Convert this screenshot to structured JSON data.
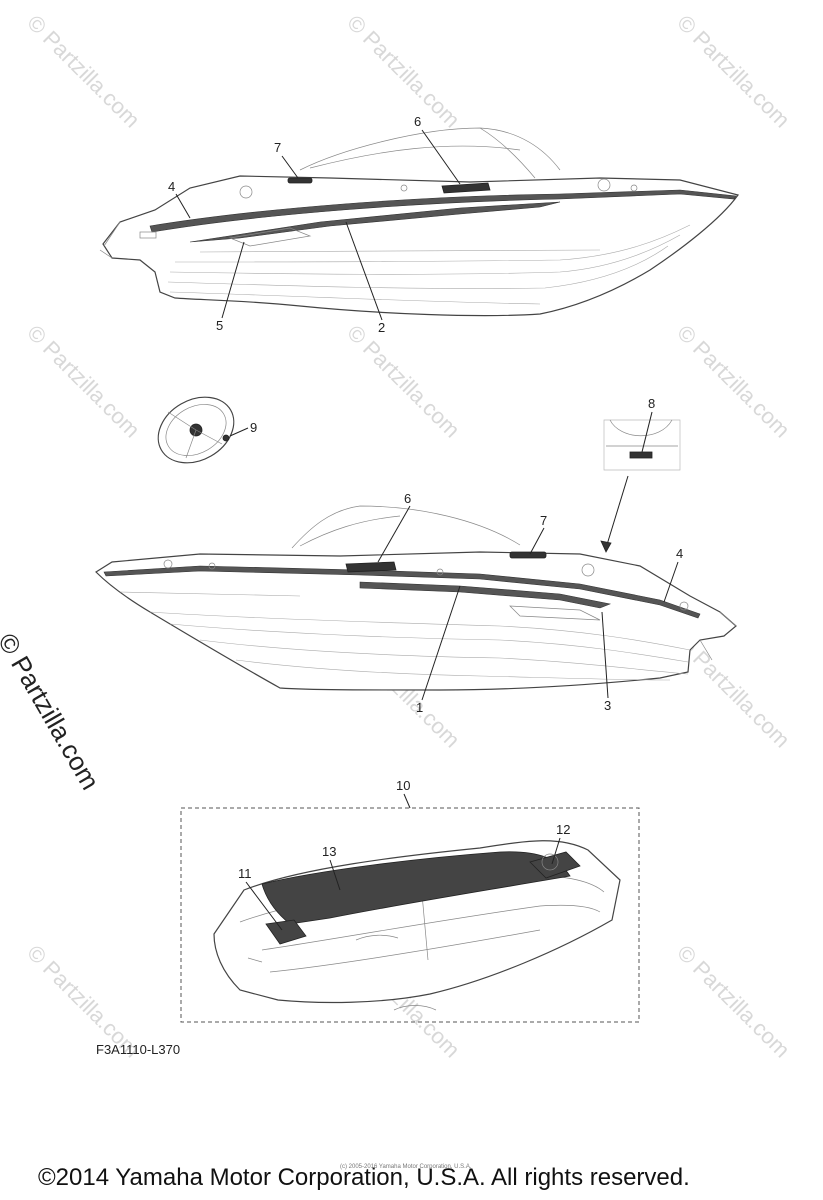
{
  "watermark": {
    "text": "© Partzilla.com"
  },
  "callouts": {
    "top": {
      "c4": "4",
      "c7": "7",
      "c6": "6",
      "c5": "5",
      "c2": "2"
    },
    "wheel": {
      "c9": "9"
    },
    "detail": {
      "c8": "8"
    },
    "bottom": {
      "c6": "6",
      "c7": "7",
      "c4": "4",
      "c1": "1",
      "c3": "3"
    },
    "mat": {
      "c10": "10",
      "c11": "11",
      "c12": "12",
      "c13": "13"
    }
  },
  "diagram_code": "F3A1110-L370",
  "copyright": "©2014 Yamaha Motor Corporation, U.S.A. All rights reserved.",
  "fine_print": "(c) 2005-2016 Yamaha Motor Corporation, U.S.A."
}
